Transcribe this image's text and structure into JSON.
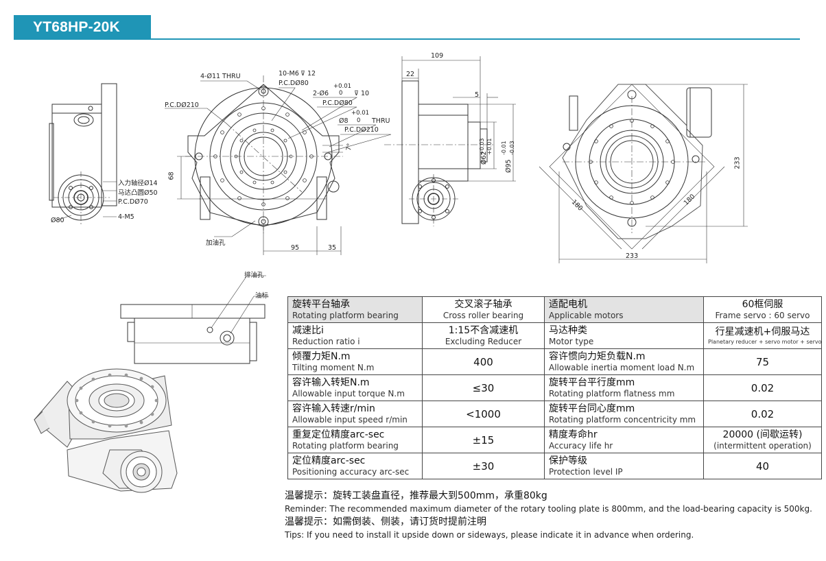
{
  "header": {
    "title": "YT68HP-20K",
    "accent_color": "#1f95b6"
  },
  "dimensions": {
    "left_view": {
      "input_shaft": "入力轴径Ø14",
      "motor_boss": "马达凸圆Ø50",
      "pcd": "P.C.DØ70",
      "holes": "4-M5",
      "outer": "Ø80"
    },
    "front_view": {
      "thru": "4-Ø11 THRU",
      "tap": "10-M6",
      "tap_depth": "12",
      "pcd80a": "P.C.DØ80",
      "pin_tol": "+0.01",
      "pin_zero": "0",
      "pin": "2-Ø6",
      "pin_depth": "10",
      "pcd80b": "P.C.DØ80",
      "hole_tol": "+0.01",
      "hole_zero": "0",
      "hole": "Ø8",
      "hole_thru": "THRU",
      "pcd210b": "P.C.DØ210",
      "pcd210a": "P.C.DØ210",
      "angle": "7°",
      "height": "68",
      "w95": "95",
      "w35": "35",
      "oil_fill": "加油孔"
    },
    "side_view": {
      "d109": "109",
      "d22": "22",
      "d5": "5",
      "d62": "Ø62",
      "d62_tol_up": "+0.03",
      "d62_tol_dn": "+0.01",
      "d95": "Ø95",
      "d95_tol_up": "-0.01",
      "d95_tol_dn": "-0.03"
    },
    "top_view": {
      "h233": "233",
      "w233": "233",
      "diag_a": "180",
      "diag_b": "180"
    },
    "bottom_view": {
      "drain": "排油孔",
      "oil_level": "油标"
    }
  },
  "spec_table": {
    "rows": [
      {
        "l1_zh": "旋转平台轴承",
        "l1_en": "Rotating platform bearing",
        "v1_zh": "交叉滚子轴承",
        "v1_en": "Cross roller bearing",
        "l2_zh": "适配电机",
        "l2_en": "Applicable motors",
        "v2_zh": "60框伺服",
        "v2_en": "Frame servo : 60 servo"
      },
      {
        "l1_zh": "减速比i",
        "l1_en": "Reduction ratio i",
        "v1_zh": "1:15不含减速机",
        "v1_en": "Excluding Reducer",
        "l2_zh": "马达种类",
        "l2_en": "Motor type",
        "v2_zh": "行星减速机+伺服马达",
        "v2_en": "Planetary reducer + servo motor + servo"
      },
      {
        "l1_zh": "倾覆力矩N.m",
        "l1_en": "Tilting moment N.m",
        "v1": "400",
        "l2_zh": "容许惯向力矩负载N.m",
        "l2_en": "Allowable inertia moment load N.m",
        "v2": "75"
      },
      {
        "l1_zh": "容许输入转矩N.m",
        "l1_en": "Allowable input torque N.m",
        "v1": "≤30",
        "l2_zh": "旋转平台平行度mm",
        "l2_en": "Rotating platform flatness mm",
        "v2": "0.02"
      },
      {
        "l1_zh": "容许输入转速r/min",
        "l1_en": "Allowable input speed r/min",
        "v1": "<1000",
        "l2_zh": "旋转平台同心度mm",
        "l2_en": "Rotating platform concentricity mm",
        "v2": "0.02"
      },
      {
        "l1_zh": "重复定位精度arc-sec",
        "l1_en": "Rotating platform bearing",
        "v1": "±15",
        "l2_zh": "精度寿命hr",
        "l2_en": "Accuracy life hr",
        "v2_zh": "20000 (间歇运转)",
        "v2_en": "(intermittent operation)"
      },
      {
        "l1_zh": "定位精度arc-sec",
        "l1_en": "Positioning accuracy arc-sec",
        "v1": "±30",
        "l2_zh": "保护等级",
        "l2_en": "Protection level IP",
        "v2": "40"
      }
    ]
  },
  "notes": {
    "n1_zh": "温馨提示：旋转工装盘直径，推荐最大到500mm，承重80kg",
    "n1_en": "Reminder: The recommended maximum diameter of the rotary tooling plate is 800mm, and the load-bearing capacity is 500kg.",
    "n2_zh": "温馨提示：如需倒装、侧装，请订货时提前注明",
    "n2_en": "Tips: If you need to install it upside down or sideways, please indicate it in advance when ordering."
  }
}
